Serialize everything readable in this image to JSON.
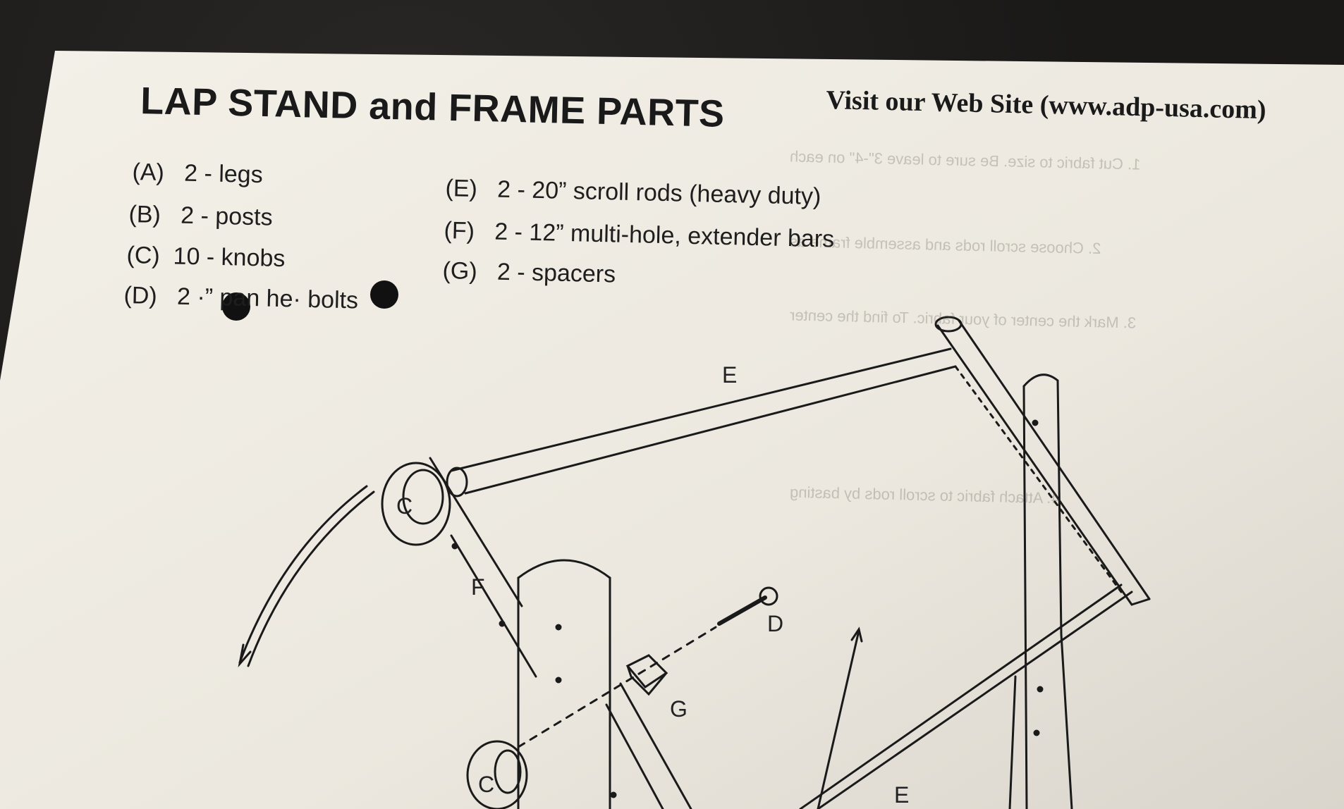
{
  "title": "LAP STAND and FRAME PARTS",
  "website": "Visit our Web Site (www.adp-usa.com)",
  "parts_left": [
    {
      "code": "(A)",
      "text": "2 - legs"
    },
    {
      "code": "(B)",
      "text": "2 - posts"
    },
    {
      "code": "(C)",
      "text": "10 - knobs"
    },
    {
      "code": "(D)",
      "text": "2 ·” pan he· bolts"
    }
  ],
  "parts_right": [
    {
      "code": "(E)",
      "text": "2 - 20” scroll rods (heavy duty)"
    },
    {
      "code": "(F)",
      "text": "2 - 12” multi-hole, extender bars"
    },
    {
      "code": "(G)",
      "text": "2 - spacers"
    }
  ],
  "diagram_labels": {
    "e_top": "E",
    "c_top": "C",
    "f": "F",
    "d": "D",
    "g": "G",
    "c_bottom": "C",
    "e_bottom": "E"
  },
  "colors": {
    "paper": "#f1eee6",
    "ink": "#1a1a1a",
    "background": "#1d1c1b"
  }
}
